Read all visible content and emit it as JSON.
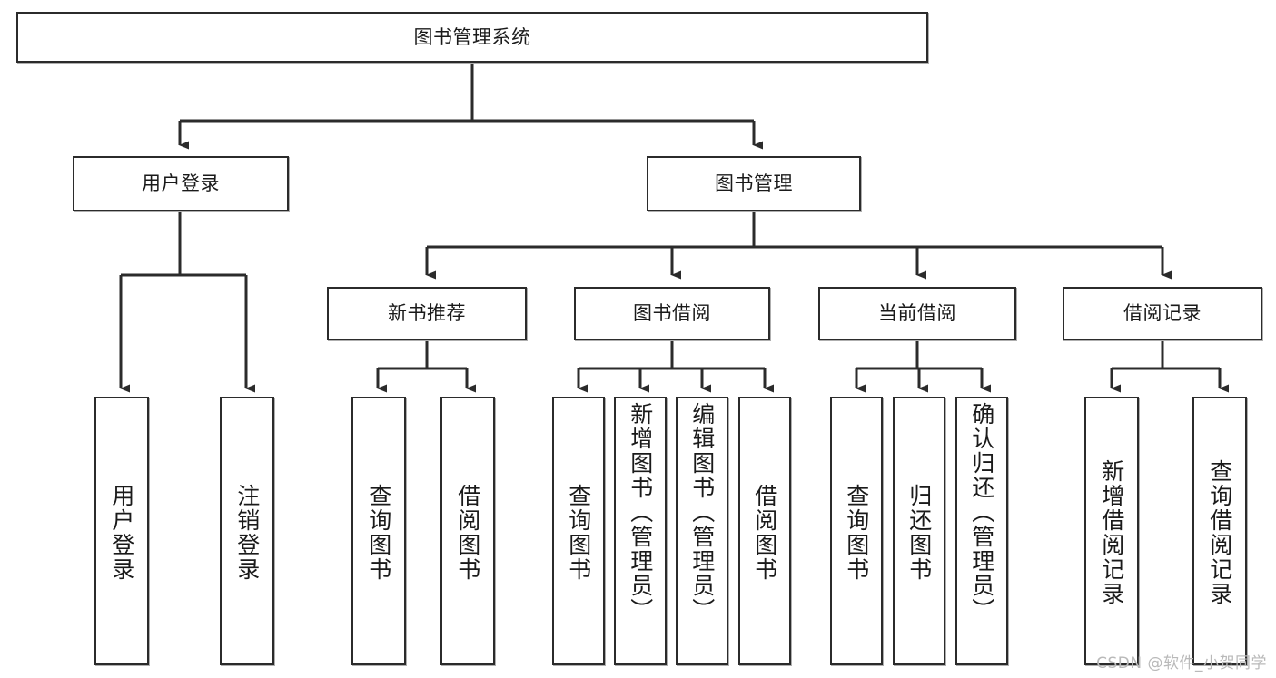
{
  "diagram": {
    "title": "图书管理系统",
    "type": "tree",
    "root": {
      "label": "图书管理系统"
    },
    "level2": [
      {
        "label": "用户登录"
      },
      {
        "label": "图书管理"
      }
    ],
    "level3": [
      {
        "label": "新书推荐"
      },
      {
        "label": "图书借阅"
      },
      {
        "label": "当前借阅"
      },
      {
        "label": "借阅记录"
      }
    ],
    "leaves": {
      "user_login": [
        {
          "label": "用户登录"
        },
        {
          "label": "注销登录"
        }
      ],
      "new_book_recommend": [
        {
          "label": "查询图书"
        },
        {
          "label": "借阅图书"
        }
      ],
      "book_borrow": [
        {
          "label": "查询图书"
        },
        {
          "label": "新增图书（管理员）"
        },
        {
          "label": "编辑图书（管理员）"
        },
        {
          "label": "借阅图书"
        }
      ],
      "current_borrow": [
        {
          "label": "查询图书"
        },
        {
          "label": "归还图书"
        },
        {
          "label": "确认归还（管理员）"
        }
      ],
      "borrow_record": [
        {
          "label": "新增借阅记录"
        },
        {
          "label": "查询借阅记录"
        }
      ]
    }
  },
  "watermark": {
    "text": "CSDN @软件_小贺同学"
  },
  "colors": {
    "border": "#2b2b2b",
    "shadow": "#aeaeae",
    "text": "#1a1a1a",
    "background": "#ffffff",
    "watermark": "#b9b9b9"
  }
}
